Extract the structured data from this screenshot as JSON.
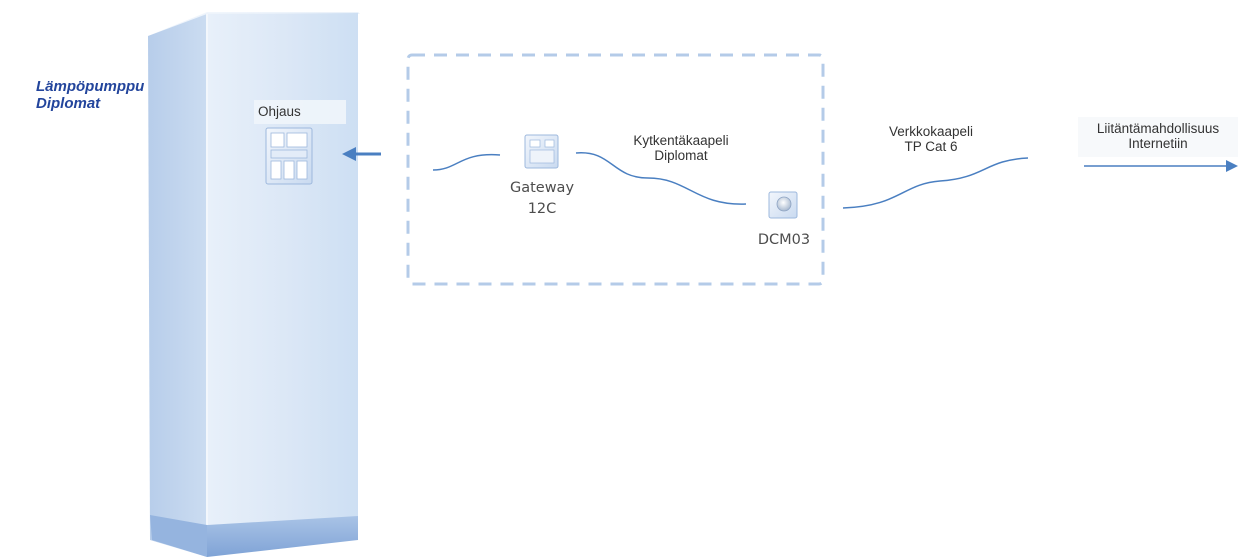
{
  "title": {
    "line1": "Lämpöpumppu",
    "line2": "Diplomat"
  },
  "panel_label": "Ohjaus",
  "gateway": {
    "line1": "Gateway",
    "line2": "12C"
  },
  "cable1": {
    "line1": "Kytkentäkaapeli",
    "line2": "Diplomat"
  },
  "dcm": {
    "label": "DCM03"
  },
  "cable2": {
    "line1": "Verkkokaapeli",
    "line2": "TP Cat 6"
  },
  "internet": {
    "line1": "Liitäntämahdollisuus",
    "line2": "Internetiin"
  },
  "colors": {
    "title": "#23459c",
    "cabinet_front": "#dce9f7",
    "cabinet_side": "#c4d8f0",
    "dashed_border": "#b4cbe8",
    "cable": "#4a7fc1",
    "arrow": "#4a7fc1"
  },
  "icons": {
    "cabinet": "heat-pump-cabinet",
    "panel": "control-panel-icon",
    "gateway": "gateway-module-icon",
    "dcm": "dcm-module-icon",
    "arrow_left": "arrow-left-icon",
    "arrow_right": "arrow-right-icon"
  }
}
